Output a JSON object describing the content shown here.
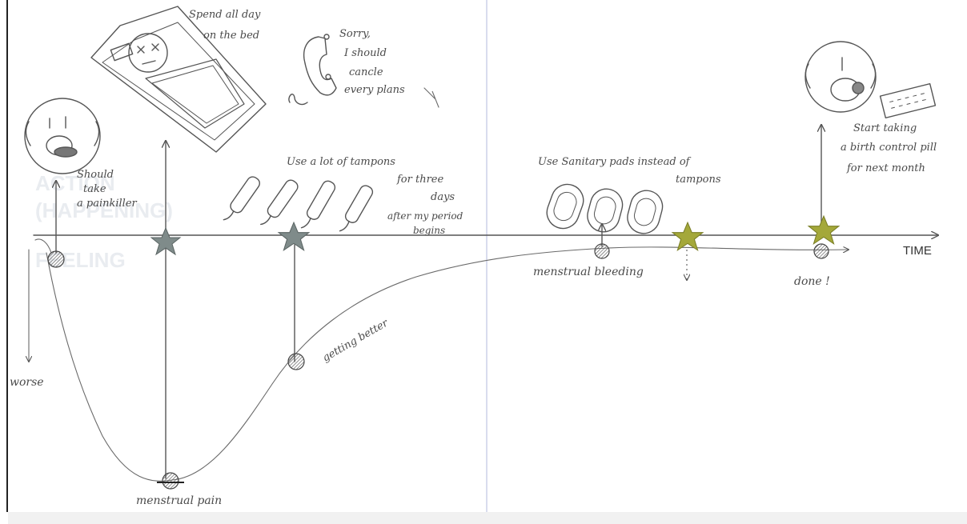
{
  "colors": {
    "paper": "#ffffff",
    "pencil": "#555555",
    "fold_line": "#c9cde6",
    "star_silver": "#7f8b8a",
    "star_gold": "#a4a83a",
    "footer": "#f1f1f1"
  },
  "axis": {
    "time_label": "TIME",
    "worse_label": "worse"
  },
  "ghost_labels": {
    "line1": "ACTION",
    "line2": "(HAPPENING)",
    "line3": "FEELING"
  },
  "annotations": {
    "painkiller": [
      "Should",
      "take",
      "a painkiller"
    ],
    "bed": [
      "Spend all day",
      "on the bed"
    ],
    "phone": [
      "Sorry,",
      "I should",
      "cancle",
      "every plans"
    ],
    "tampons": [
      "Use  a  lot  of  tampons",
      "for  three",
      "days",
      "after my period",
      "begins"
    ],
    "pads": [
      "Use  Sanitary pads  instead  of",
      "tampons"
    ],
    "pill": [
      "Start  taking",
      "a birth  control pill",
      "for  next  month"
    ],
    "pain": "menstrual  pain",
    "better": "getting  better",
    "bleeding": "menstrual  bleeding",
    "done": "done !"
  },
  "icons": [
    "face-pill-icon",
    "bed-icon",
    "dead-face-icon",
    "phone-icon",
    "tampon-icon",
    "sanitary-pad-icon",
    "face-pill-right-icon",
    "pill-pack-icon",
    "star-icon",
    "hatched-dot-icon"
  ]
}
